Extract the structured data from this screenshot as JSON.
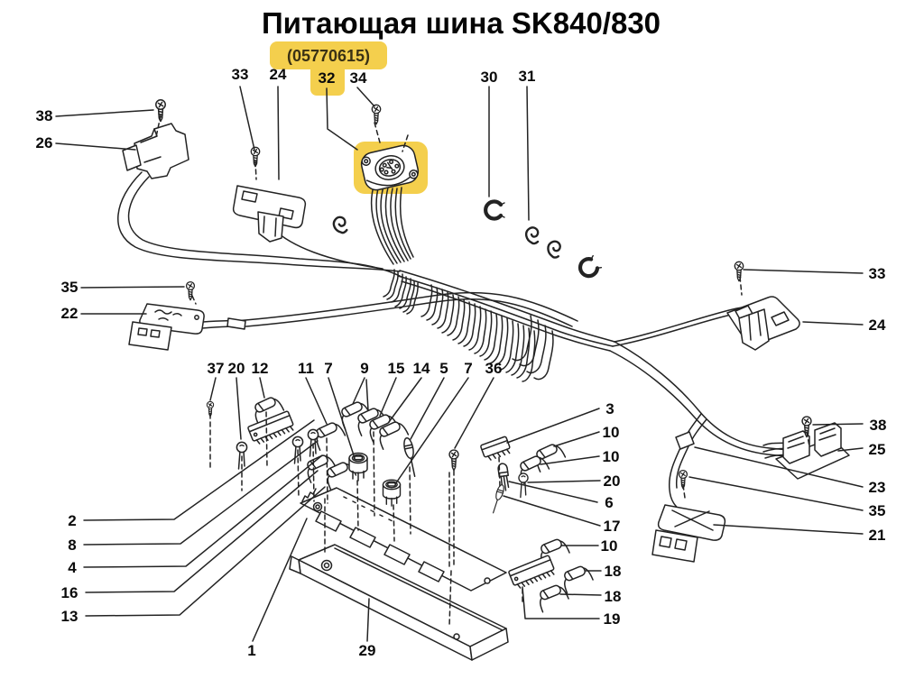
{
  "title": "Питающая шина SK840/830",
  "part_number": "(05770615)",
  "highlighted_callout": "32",
  "colors": {
    "highlight_yellow": "#f4cf4d",
    "line": "#232323",
    "label_text": "#0b0b0b",
    "part_number_text": "#3a3114",
    "background": "#ffffff"
  },
  "callouts": [
    {
      "n": "38"
    },
    {
      "n": "26"
    },
    {
      "n": "33"
    },
    {
      "n": "24"
    },
    {
      "n": "32"
    },
    {
      "n": "34"
    },
    {
      "n": "30"
    },
    {
      "n": "31"
    },
    {
      "n": "35"
    },
    {
      "n": "22"
    },
    {
      "n": "33"
    },
    {
      "n": "24"
    },
    {
      "n": "37"
    },
    {
      "n": "20"
    },
    {
      "n": "12"
    },
    {
      "n": "11"
    },
    {
      "n": "7"
    },
    {
      "n": "9"
    },
    {
      "n": "15"
    },
    {
      "n": "14"
    },
    {
      "n": "5"
    },
    {
      "n": "7"
    },
    {
      "n": "36"
    },
    {
      "n": "3"
    },
    {
      "n": "10"
    },
    {
      "n": "10"
    },
    {
      "n": "20"
    },
    {
      "n": "6"
    },
    {
      "n": "17"
    },
    {
      "n": "10"
    },
    {
      "n": "18"
    },
    {
      "n": "18"
    },
    {
      "n": "19"
    },
    {
      "n": "2"
    },
    {
      "n": "8"
    },
    {
      "n": "4"
    },
    {
      "n": "16"
    },
    {
      "n": "13"
    },
    {
      "n": "1"
    },
    {
      "n": "29"
    },
    {
      "n": "38"
    },
    {
      "n": "25"
    },
    {
      "n": "23"
    },
    {
      "n": "35"
    },
    {
      "n": "21"
    }
  ]
}
